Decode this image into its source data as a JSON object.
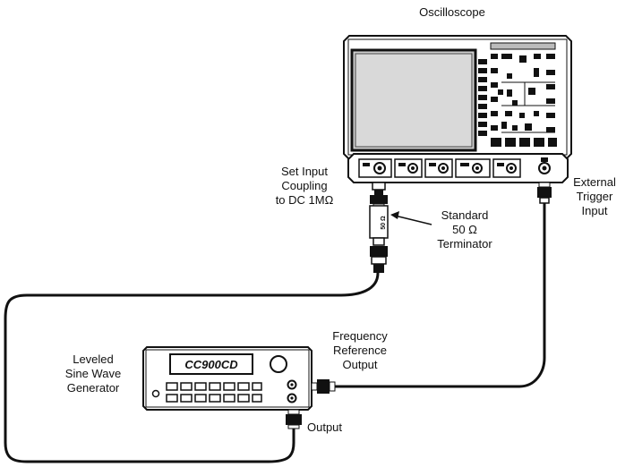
{
  "labels": {
    "oscilloscope": "Oscilloscope",
    "set_input": [
      "Set Input",
      "Coupling",
      "to DC 1MΩ"
    ],
    "terminator": [
      "Standard",
      "50 Ω",
      "Terminator"
    ],
    "terminator_body": "50 Ω",
    "external_trigger": [
      "External",
      "Trigger",
      "Input"
    ],
    "frequency_reference": [
      "Frequency",
      "Reference",
      "Output"
    ],
    "generator": [
      "Leveled",
      "Sine Wave",
      "Generator"
    ],
    "output": "Output"
  },
  "generator_display": "CC900CD"
}
